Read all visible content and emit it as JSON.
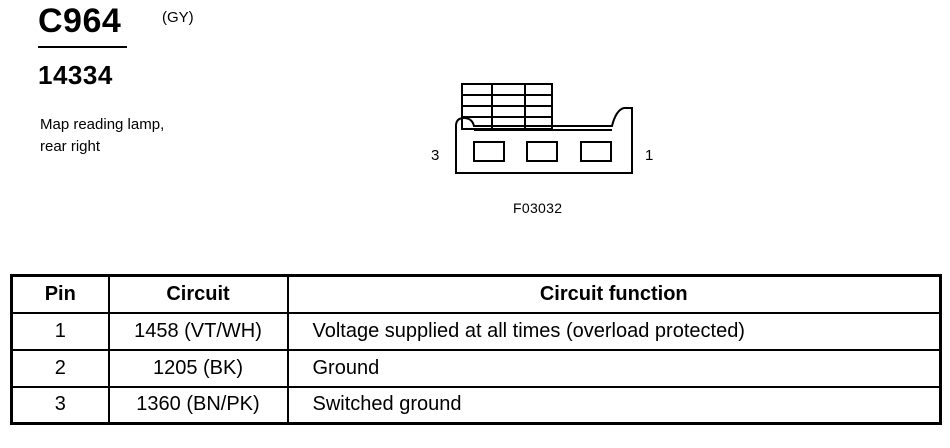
{
  "connector": {
    "id": "C964",
    "color": "(GY)",
    "part_number": "14334",
    "description_lines": [
      "Map reading lamp,",
      "rear right"
    ]
  },
  "diagram": {
    "pin_left_label": "3",
    "pin_right_label": "1",
    "figure_id": "F03032"
  },
  "table": {
    "headers": [
      "Pin",
      "Circuit",
      "Circuit function"
    ],
    "rows": [
      {
        "pin": "1",
        "circuit": "1458 (VT/WH)",
        "function": "Voltage supplied at all times (overload protected)"
      },
      {
        "pin": "2",
        "circuit": "1205 (BK)",
        "function": "Ground"
      },
      {
        "pin": "3",
        "circuit": "1360 (BN/PK)",
        "function": "Switched ground"
      }
    ]
  }
}
